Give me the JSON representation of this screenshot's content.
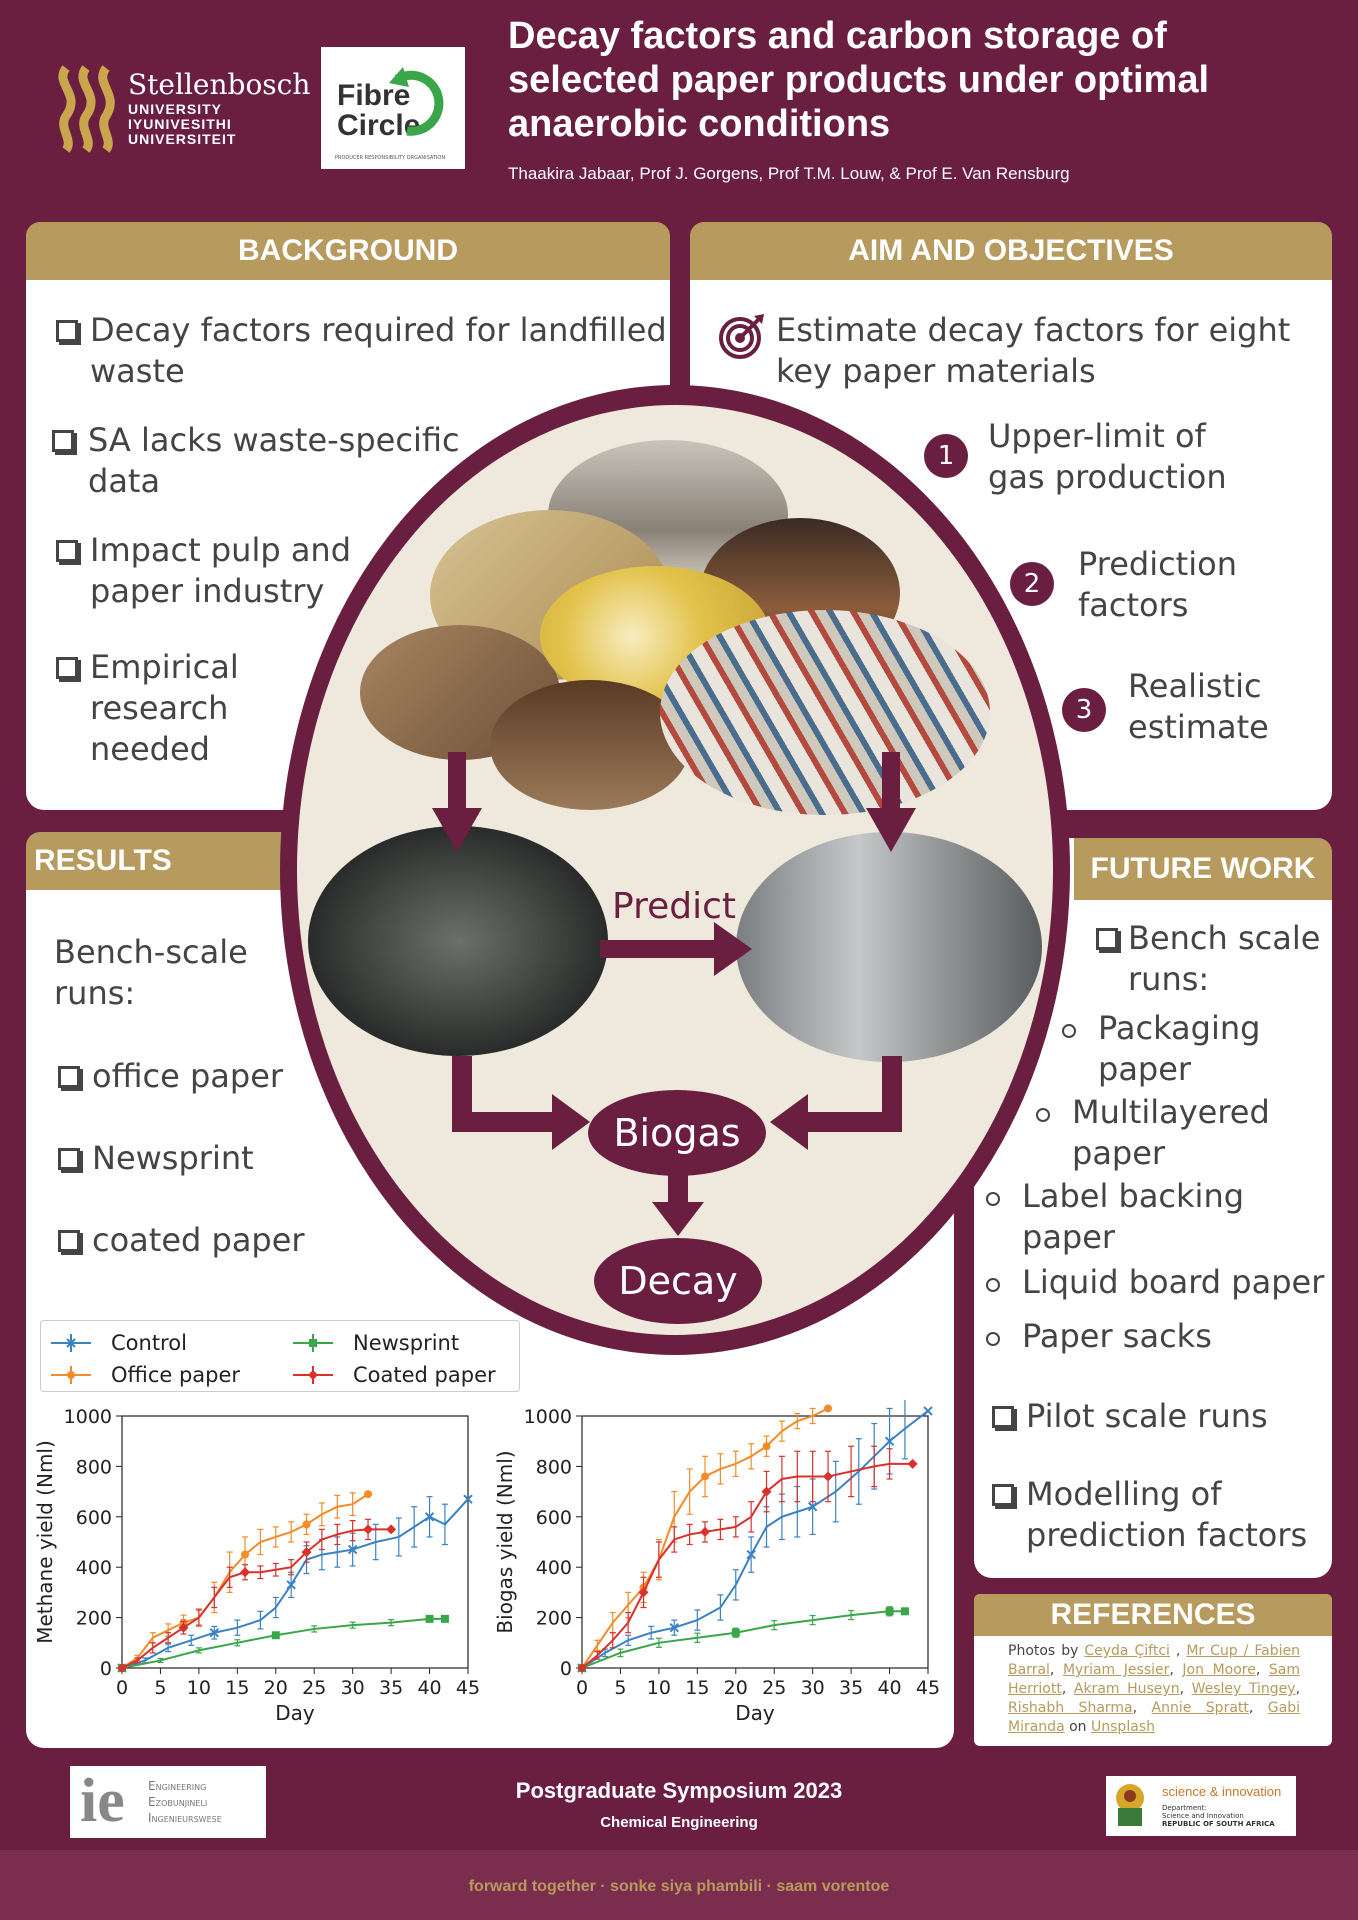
{
  "header": {
    "title_lines": [
      "Decay factors and carbon storage of",
      "selected paper products under optimal",
      "anaerobic conditions"
    ],
    "authors": "Thaakira Jabaar, Prof J. Gorgens, Prof T.M. Louw, & Prof E. Van Rensburg",
    "su_name": "Stellenbosch",
    "su_sub": [
      "UNIVERSITY",
      "IYUNIVESITHI",
      "UNIVERSITEIT"
    ],
    "fc_name": [
      "Fibre",
      "Circle"
    ],
    "fc_tagline": "PRODUCER RESPONSIBILITY ORGANISATION"
  },
  "background": {
    "heading": "BACKGROUND",
    "items": [
      [
        "Decay factors required for landfilled",
        "waste"
      ],
      [
        "SA lacks waste-specific",
        "data"
      ],
      [
        "Impact pulp and",
        "paper industry"
      ],
      [
        "Empirical",
        "research",
        "needed"
      ]
    ]
  },
  "aim": {
    "heading": "AIM AND OBJECTIVES",
    "main": [
      "Estimate decay factors for eight",
      "key paper materials"
    ],
    "objectives": [
      {
        "num": "1",
        "lines": [
          "Upper-limit of",
          "gas production"
        ]
      },
      {
        "num": "2",
        "lines": [
          "Prediction",
          "factors"
        ]
      },
      {
        "num": "3",
        "lines": [
          "Realistic",
          "estimate"
        ]
      }
    ]
  },
  "diagram": {
    "predict": "Predict",
    "biogas": "Biogas",
    "decay": "Decay"
  },
  "results": {
    "heading": "RESULTS",
    "intro": [
      "Bench-scale",
      "runs:"
    ],
    "items": [
      "office paper",
      "Newsprint",
      "coated paper"
    ]
  },
  "future": {
    "heading": "FUTURE WORK",
    "bench": [
      "Bench scale",
      "runs:"
    ],
    "sub_items": [
      [
        "Packaging",
        "paper"
      ],
      [
        "Multilayered",
        "paper"
      ],
      [
        "Label backing",
        "paper"
      ],
      [
        "Liquid board paper"
      ],
      [
        "Paper sacks"
      ]
    ],
    "items": [
      [
        "Pilot scale runs"
      ],
      [
        "Modelling of",
        "prediction factors"
      ]
    ]
  },
  "references": {
    "heading": "REFERENCES",
    "prefix": "Photos by",
    "names": [
      "Ceyda Çiftci",
      "Mr Cup / Fabien Barral",
      "Myriam Jessier",
      "Jon Moore",
      "Sam Herriott",
      "Akram Huseyn",
      "Wesley Tingey",
      "Rishabh Sharma",
      "Annie Spratt",
      "Gabi Miranda"
    ],
    "on": "on",
    "site": "Unsplash"
  },
  "footer": {
    "ie_lines": [
      "Engineering",
      "Ezobunjineli",
      "Ingenieurswese"
    ],
    "symposium": "Postgraduate Symposium 2023",
    "department": "Chemical Engineering",
    "dst_lines": [
      "science & innovation",
      "Department:",
      "Science and Innovation",
      "REPUBLIC OF SOUTH AFRICA"
    ],
    "tagline": "forward together · sonke siya phambili · saam vorentoe"
  },
  "colors": {
    "maroon": "#6b1f40",
    "gold": "#b69a5e",
    "control": "#3b82c4",
    "office": "#f28c28",
    "newsprint": "#3aa64a",
    "coated": "#d8312e"
  },
  "chart_data": [
    {
      "type": "line",
      "xlabel": "Day",
      "ylabel": "Methane yield (Nml)",
      "xlim": [
        0,
        45
      ],
      "ylim": [
        0,
        1000
      ],
      "xticks": [
        0,
        5,
        10,
        15,
        20,
        25,
        30,
        35,
        40,
        45
      ],
      "yticks": [
        0,
        200,
        400,
        600,
        800,
        1000
      ],
      "legend": "top",
      "series": [
        {
          "name": "Control",
          "color": "#3b82c4",
          "x": [
            0,
            3,
            6,
            9,
            12,
            15,
            18,
            20,
            22,
            24,
            26,
            28,
            30,
            33,
            36,
            38,
            40,
            42,
            45
          ],
          "y": [
            0,
            30,
            80,
            110,
            140,
            160,
            190,
            240,
            330,
            430,
            450,
            460,
            470,
            500,
            520,
            560,
            600,
            570,
            670
          ],
          "err": [
            0,
            10,
            15,
            20,
            25,
            30,
            35,
            40,
            50,
            55,
            60,
            60,
            65,
            70,
            75,
            80,
            80,
            80,
            0
          ]
        },
        {
          "name": "Office paper",
          "color": "#f28c28",
          "x": [
            0,
            2,
            4,
            6,
            8,
            10,
            12,
            14,
            16,
            18,
            20,
            22,
            24,
            26,
            28,
            30,
            32
          ],
          "y": [
            0,
            40,
            120,
            150,
            180,
            200,
            280,
            380,
            450,
            500,
            520,
            540,
            570,
            610,
            640,
            650,
            690
          ],
          "err": [
            0,
            10,
            20,
            25,
            30,
            35,
            60,
            80,
            70,
            50,
            40,
            40,
            40,
            45,
            45,
            45,
            0
          ]
        },
        {
          "name": "Newsprint",
          "color": "#3aa64a",
          "x": [
            0,
            5,
            10,
            15,
            20,
            25,
            30,
            35,
            40,
            42
          ],
          "y": [
            0,
            30,
            70,
            100,
            130,
            155,
            170,
            180,
            195,
            195
          ],
          "err": [
            0,
            8,
            10,
            12,
            12,
            12,
            12,
            12,
            12,
            0
          ]
        },
        {
          "name": "Coated paper",
          "color": "#d8312e",
          "x": [
            0,
            2,
            4,
            6,
            8,
            10,
            12,
            14,
            16,
            18,
            20,
            22,
            24,
            26,
            28,
            30,
            32,
            35
          ],
          "y": [
            0,
            30,
            80,
            120,
            160,
            200,
            280,
            360,
            380,
            380,
            390,
            400,
            460,
            510,
            530,
            545,
            550,
            550
          ],
          "err": [
            0,
            10,
            20,
            20,
            25,
            30,
            40,
            40,
            30,
            25,
            25,
            30,
            40,
            40,
            40,
            40,
            40,
            0
          ]
        }
      ]
    },
    {
      "type": "line",
      "xlabel": "Day",
      "ylabel": "Biogas yield (Nml)",
      "xlim": [
        0,
        45
      ],
      "ylim": [
        0,
        1000
      ],
      "xticks": [
        0,
        5,
        10,
        15,
        20,
        25,
        30,
        35,
        40,
        45
      ],
      "yticks": [
        0,
        200,
        400,
        600,
        800,
        1000
      ],
      "series": [
        {
          "name": "Control",
          "color": "#3b82c4",
          "x": [
            0,
            3,
            6,
            9,
            12,
            15,
            18,
            20,
            22,
            24,
            26,
            28,
            30,
            33,
            36,
            38,
            40,
            42,
            45
          ],
          "y": [
            0,
            60,
            110,
            140,
            160,
            190,
            240,
            330,
            450,
            560,
            600,
            620,
            640,
            700,
            780,
            840,
            900,
            950,
            1020
          ],
          "err": [
            0,
            15,
            20,
            25,
            30,
            40,
            50,
            60,
            70,
            80,
            90,
            100,
            110,
            120,
            130,
            130,
            130,
            120,
            0
          ]
        },
        {
          "name": "Office paper",
          "color": "#f28c28",
          "x": [
            0,
            2,
            4,
            6,
            8,
            10,
            12,
            14,
            16,
            18,
            20,
            22,
            24,
            26,
            28,
            30,
            32
          ],
          "y": [
            0,
            90,
            180,
            250,
            320,
            430,
            600,
            700,
            760,
            790,
            810,
            840,
            880,
            940,
            980,
            1000,
            1030
          ],
          "err": [
            0,
            20,
            40,
            50,
            60,
            80,
            100,
            90,
            80,
            60,
            50,
            50,
            40,
            40,
            30,
            30,
            0
          ]
        },
        {
          "name": "Newsprint",
          "color": "#3aa64a",
          "x": [
            0,
            5,
            10,
            15,
            20,
            25,
            30,
            35,
            40,
            42
          ],
          "y": [
            0,
            60,
            100,
            120,
            140,
            170,
            190,
            210,
            225,
            225
          ],
          "err": [
            0,
            15,
            18,
            18,
            18,
            18,
            18,
            18,
            18,
            0
          ]
        },
        {
          "name": "Coated paper",
          "color": "#d8312e",
          "x": [
            0,
            2,
            4,
            6,
            8,
            10,
            12,
            14,
            16,
            18,
            20,
            22,
            24,
            26,
            28,
            30,
            32,
            35,
            38,
            40,
            43
          ],
          "y": [
            0,
            50,
            110,
            180,
            300,
            430,
            510,
            530,
            540,
            550,
            560,
            600,
            700,
            750,
            760,
            760,
            760,
            780,
            800,
            810,
            810
          ],
          "err": [
            0,
            15,
            30,
            40,
            60,
            70,
            50,
            40,
            40,
            40,
            40,
            60,
            80,
            90,
            100,
            100,
            100,
            100,
            80,
            60,
            0
          ]
        }
      ]
    }
  ]
}
